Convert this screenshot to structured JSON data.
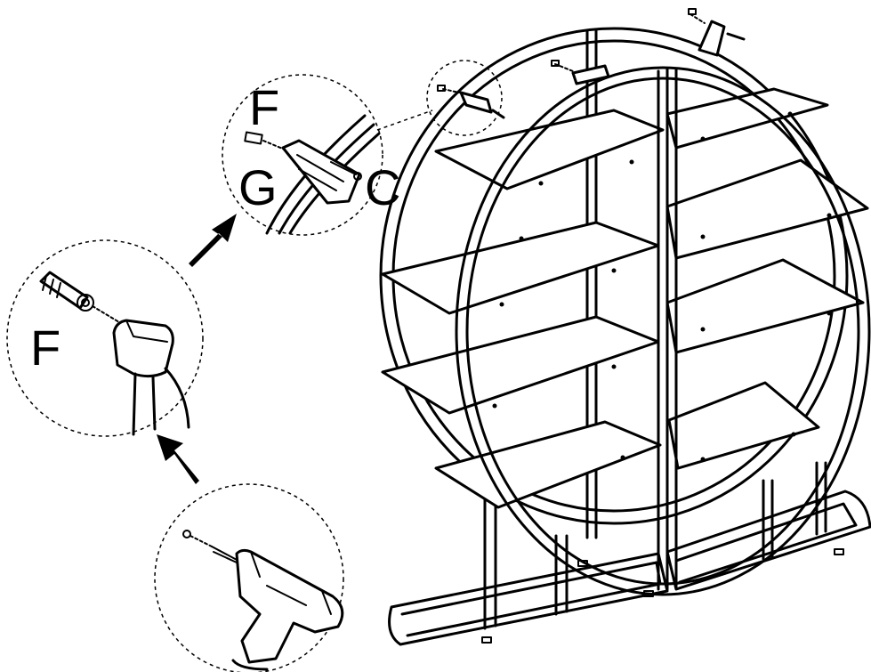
{
  "labels": {
    "detail_top": {
      "f": "F",
      "g": "G",
      "c": "C"
    },
    "detail_anchor": {
      "f": "F"
    }
  },
  "colors": {
    "ink": "#000000",
    "paper": "#ffffff"
  },
  "icons": {
    "arrow_upper": "arrow-up-right-icon",
    "arrow_lower": "arrow-up-left-icon",
    "drill": "drill-icon",
    "hammer": "hammer-icon",
    "anchor": "wall-anchor-icon",
    "bracket": "wall-bracket-icon",
    "screw": "screw-icon"
  }
}
